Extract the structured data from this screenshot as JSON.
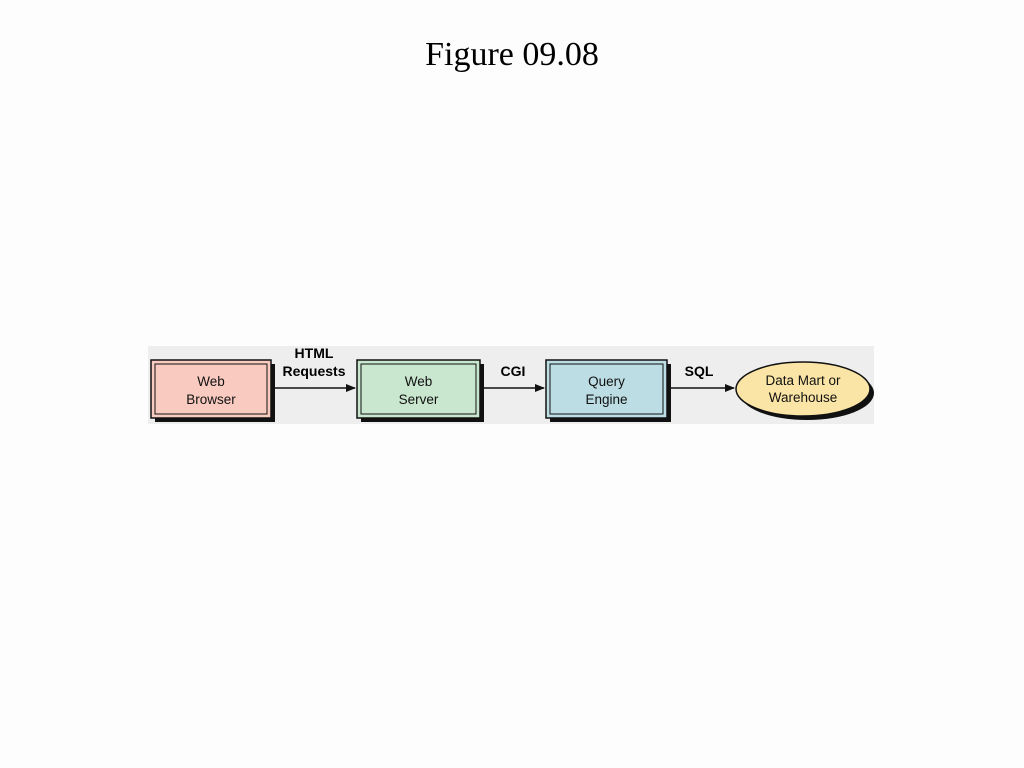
{
  "title": "Figure 09.08",
  "diagram": {
    "nodes": [
      {
        "id": "web-browser",
        "lines": [
          "Web",
          "Browser"
        ],
        "shape": "box",
        "fill": "#f9cbc0"
      },
      {
        "id": "web-server",
        "lines": [
          "Web",
          "Server"
        ],
        "shape": "box",
        "fill": "#c9e6cf"
      },
      {
        "id": "query-engine",
        "lines": [
          "Query",
          "Engine"
        ],
        "shape": "box",
        "fill": "#bcdde3"
      },
      {
        "id": "data-mart",
        "lines": [
          "Data Mart or",
          "Warehouse"
        ],
        "shape": "ellipse",
        "fill": "#fbe5a6"
      }
    ],
    "edges": [
      {
        "from": "web-browser",
        "to": "web-server",
        "label_lines": [
          "HTML",
          "Requests"
        ]
      },
      {
        "from": "web-server",
        "to": "query-engine",
        "label_lines": [
          "CGI"
        ]
      },
      {
        "from": "query-engine",
        "to": "data-mart",
        "label_lines": [
          "SQL"
        ]
      }
    ],
    "colors": {
      "outline": "#111111",
      "shadow": "#111111",
      "band": "#eeeeee"
    }
  }
}
